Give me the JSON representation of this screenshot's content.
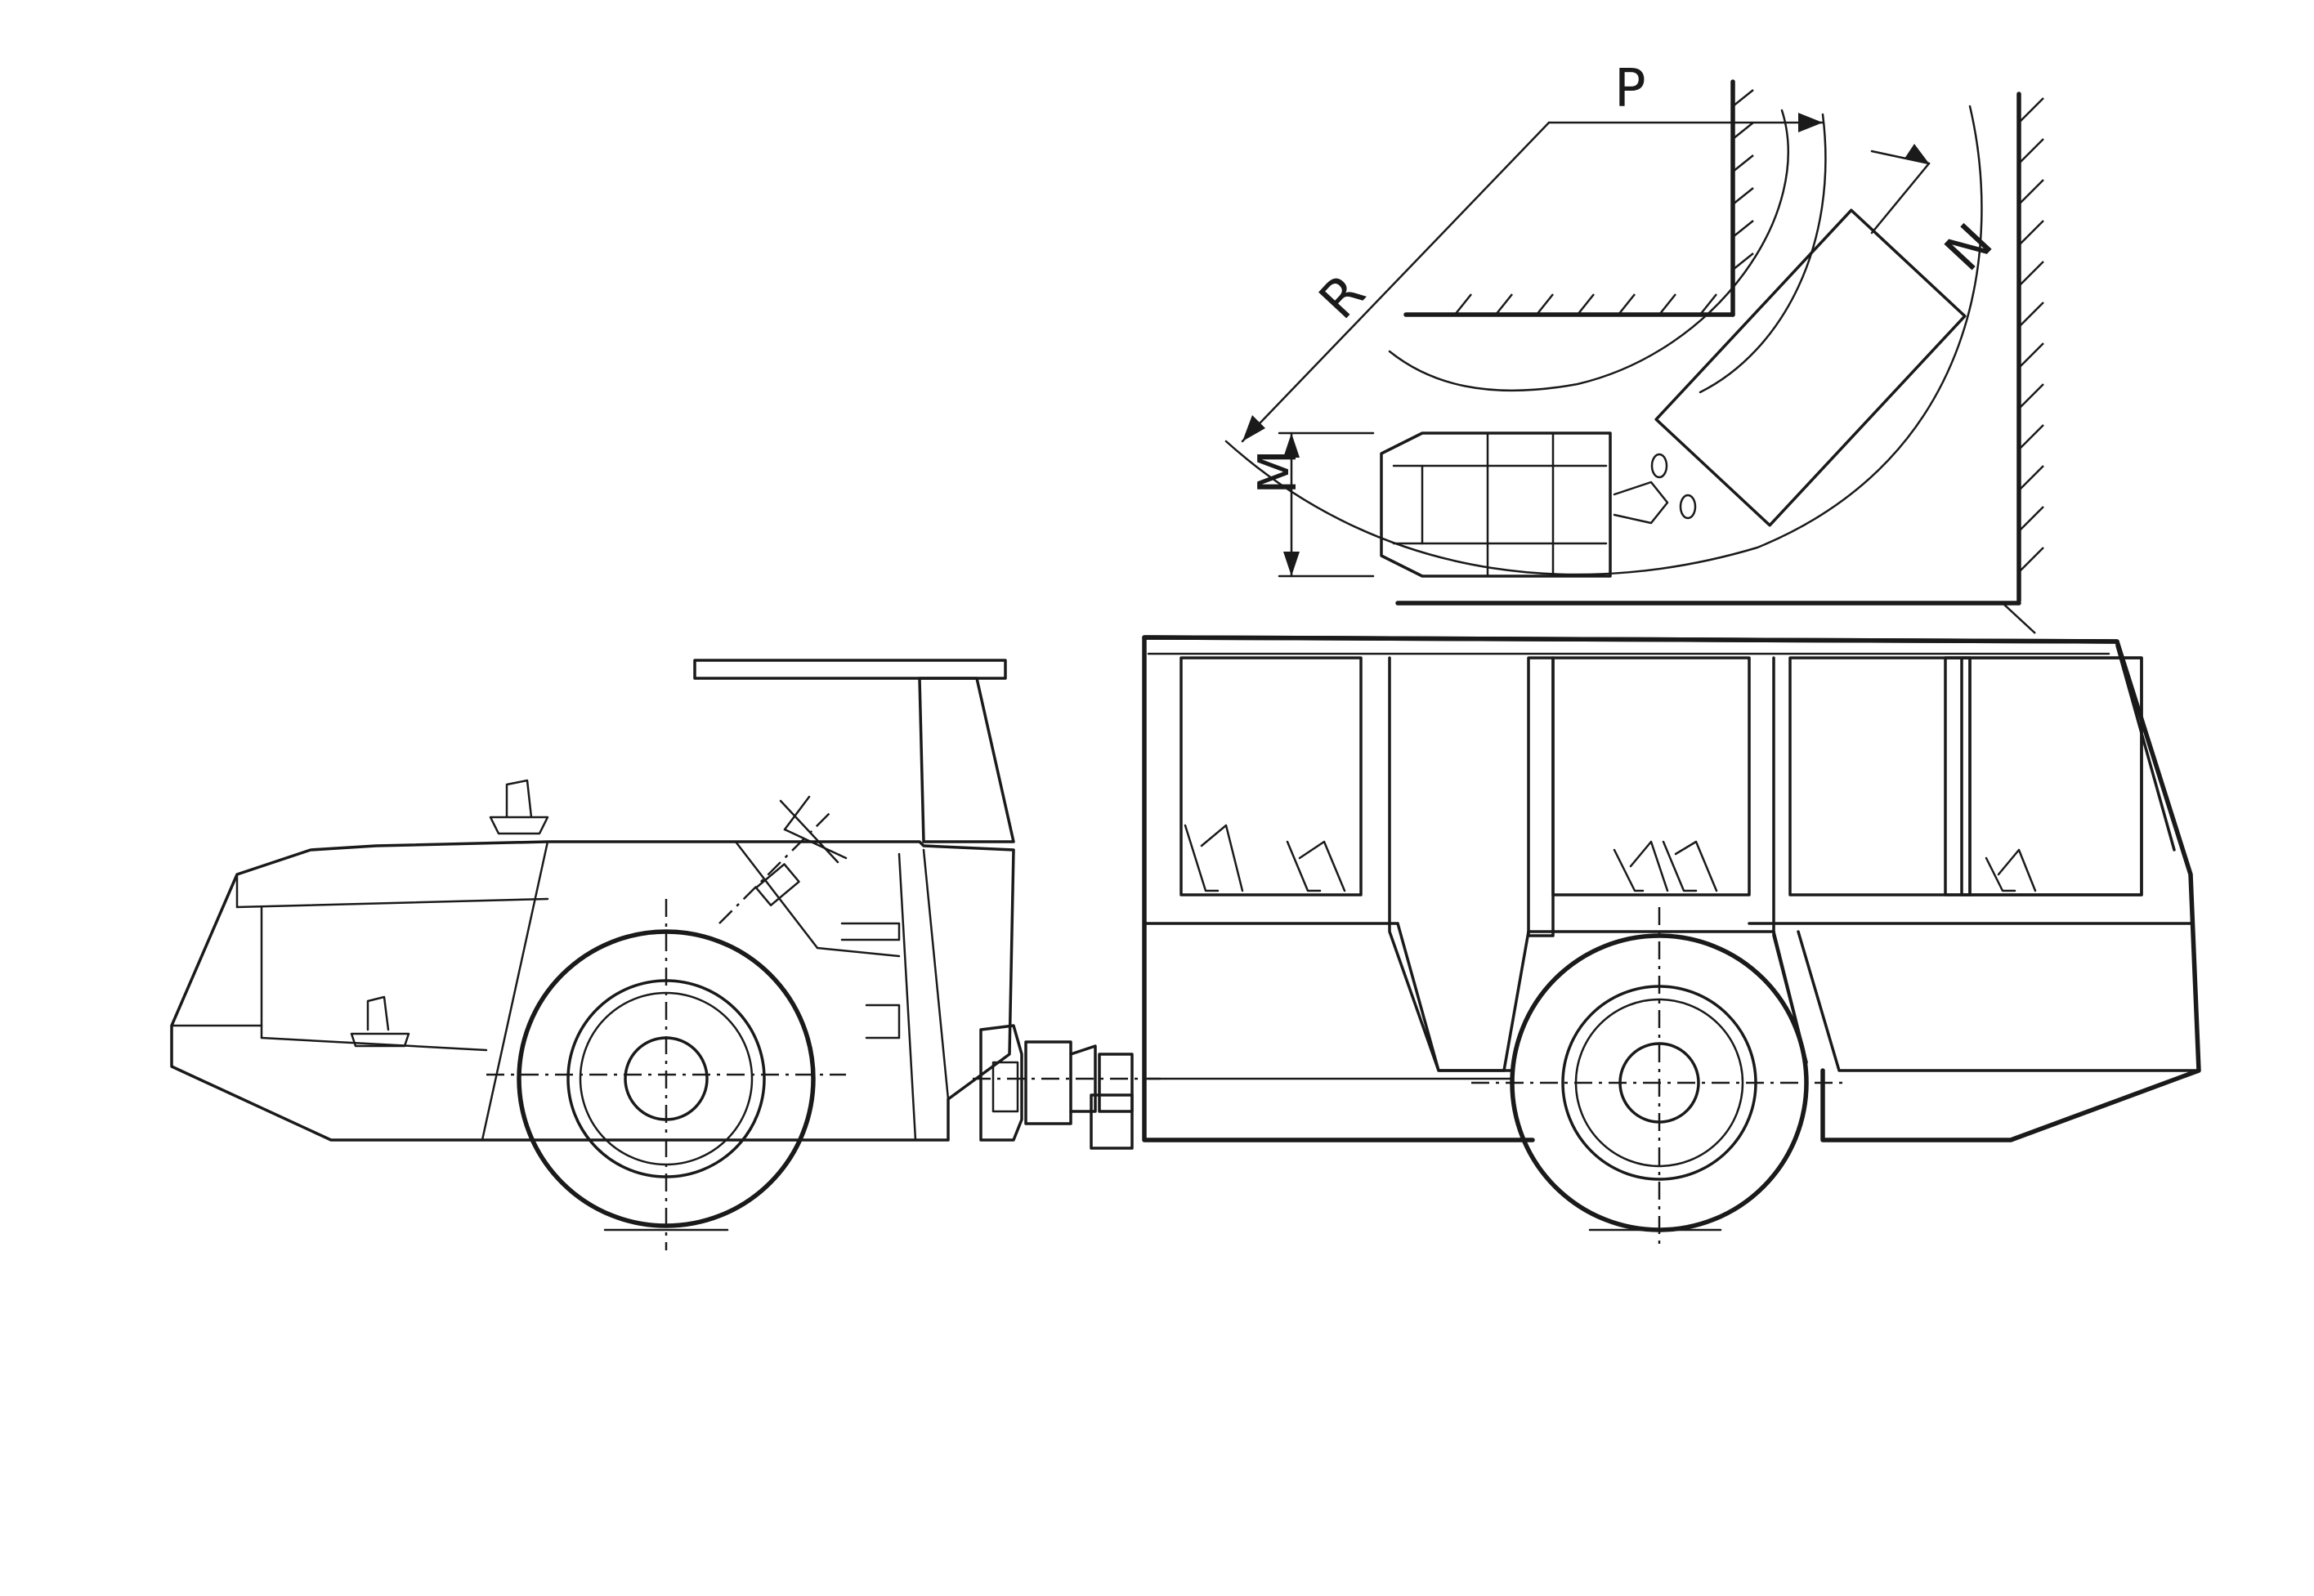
{
  "labels": {
    "p": "P",
    "r": "R",
    "n": "N",
    "m": "M"
  }
}
